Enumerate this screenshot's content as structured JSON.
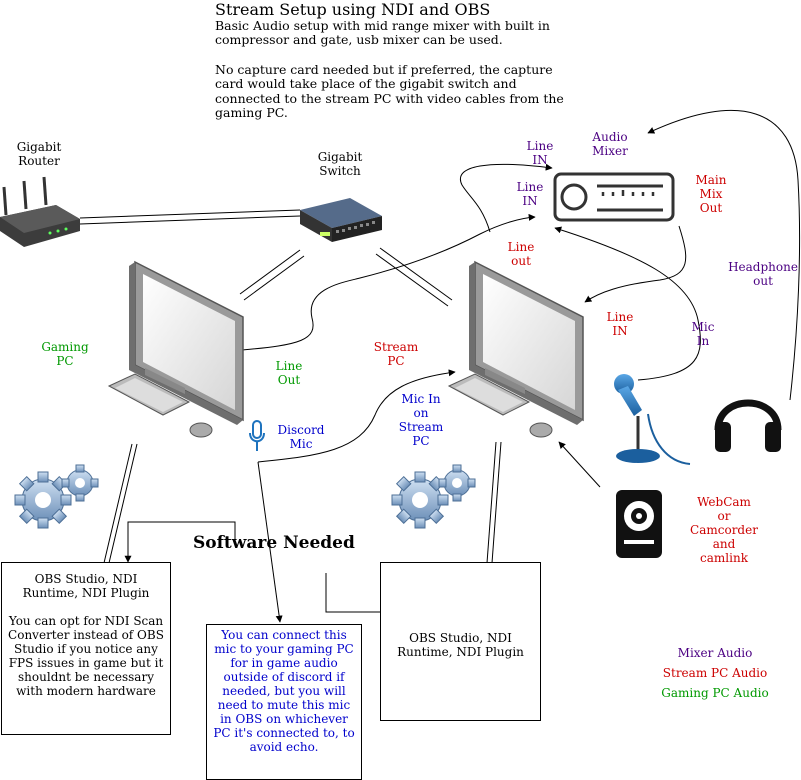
{
  "title": "Stream Setup using NDI and OBS",
  "intro_1": "Basic Audio setup with mid range mixer with built in\ncompressor and gate, usb mixer can be used.",
  "intro_2": "No capture card needed but if preferred, the capture\ncard would take place of the gigabit switch and\nconnected to the stream PC with video cables from the\ngaming PC.",
  "devices": {
    "router": "Gigabit\nRouter",
    "switch": "Gigabit\nSwitch",
    "gaming_pc": "Gaming\nPC",
    "stream_pc": "Stream\nPC",
    "audio_mixer": "Audio\nMixer",
    "headphones": "Headphone\nout",
    "webcam": "WebCam\nor\nCamcorder\nand\ncamlink",
    "discord_mic": "Discord\nMic"
  },
  "labels": {
    "line_in_top": "Line\nIN",
    "line_in_mixer": "Line\nIN",
    "line_out_stream": "Line\nout",
    "main_mix_out": "Main\nMix\nOut",
    "line_in_stream": "Line\nIN",
    "mic_in": "Mic\nIn",
    "line_out_gaming": "Line\nOut",
    "mic_in_stream": "Mic In\non\nStream\nPC"
  },
  "software_heading": "Software Needed",
  "boxes": {
    "gaming": {
      "line1": "OBS Studio, NDI Runtime, NDI Plugin",
      "line2": "You can opt for NDI Scan Converter instead of OBS Studio if you notice any FPS issues in game but it shouldnt be necessary with modern hardware"
    },
    "stream": "OBS Studio, NDI Runtime, NDI Plugin",
    "mic_note": "You can connect this mic to your gaming PC for in game audio outside of discord if needed, but you will need to mute this mic in OBS on whichever PC it's connected to, to avoid echo."
  },
  "legend": [
    {
      "label": "Mixer Audio",
      "color": "#4b0082"
    },
    {
      "label": "Stream PC Audio",
      "color": "#cc0000"
    },
    {
      "label": "Gaming PC Audio",
      "color": "#009900"
    }
  ]
}
